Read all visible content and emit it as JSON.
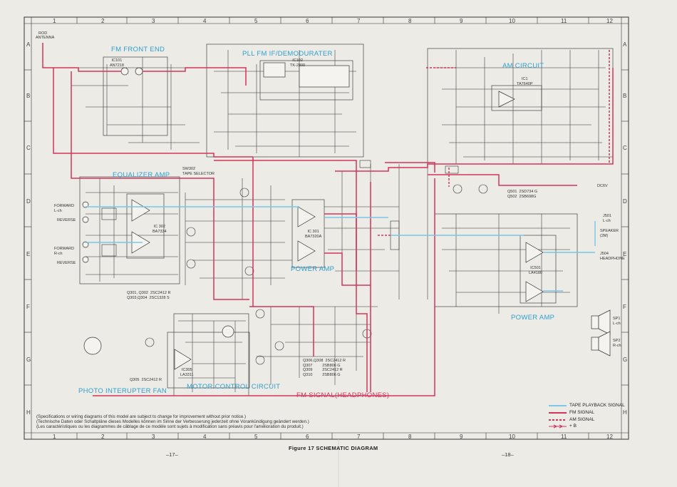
{
  "grid": {
    "columns": [
      "1",
      "2",
      "3",
      "4",
      "5",
      "6",
      "7",
      "8",
      "9",
      "10",
      "11",
      "12"
    ],
    "rows": [
      "A",
      "B",
      "C",
      "D",
      "E",
      "F",
      "G",
      "H"
    ]
  },
  "antenna": {
    "ref": "ROD",
    "label": "ANTENNA"
  },
  "sections": {
    "fm_front_end": "FM FRONT END",
    "pll": "PLL FM IF/DEMODURATER",
    "am": "AM CIRCUIT",
    "equalizer": "EQUALIZER AMP",
    "power_amp_left": "POWER AMP",
    "power_amp_right": "POWER AMP",
    "photo": "PHOTO INTERUPTER FAN",
    "motor": "MOTOR CONTROL CIRCUIT",
    "fm_signal_hp": "FM SIGNAL(HEADPHONES)"
  },
  "parts": {
    "ic101": "IC101\nAN7218",
    "ic102": "IC102\nTK-2800",
    "ic1": "IC1\nTA7640P",
    "ic301": "IC 301\nBA7320A",
    "ic302": "IC 302\nBA7334",
    "ic305": "IC305\nLA3311",
    "ic501": "IC501\nLA4180",
    "sw302": "SW302\nTAPE SELECTOR",
    "forward_l": "FORWARD\nL-ch",
    "reverse_l": "REVERSE",
    "forward_r": "FORWARD\nR-ch",
    "reverse_r": "REVERSE",
    "q301_list": "Q301, Q302  2SC2412 R\nQ303,Q304  2SC1328 S",
    "q305": "Q305  2SC2412 R",
    "q501_list": "Q501  2SD734 G\nQ502  2SB698G",
    "q306_list": "Q306,Q308  2SC2412 R\nQ307         2SB806 G\nQ309         2SC2412 R\nQ310         2SB806 G",
    "j501": "J501\nL-ch",
    "speaker_out": "SPEAKER\n(2M)",
    "j504": "J504\nHEADPHONE",
    "sp1": "SP1\nL-ch",
    "sp2": "SP2\nR-ch",
    "dc6v": "DC6V"
  },
  "notes": [
    "(Specifications or wiring diagrams of this model are subject to change for improvement without prior notice.)",
    "(Technische Daten oder Schaltpläne dieses Modelles können im Sinne der Verbesserung jederzeit ohne Vorankündigung geändert werden.)",
    "(Les caractéristiques ou les diagrammes de câblage de ce modèle sont sujets à modification sans préavis pour l'amélioration du produit.)"
  ],
  "legend": {
    "tape": {
      "label": "TAPE PLAYBACK SIGNAL",
      "color": "#7cc6e8"
    },
    "fm": {
      "label": "FM SIGNAL",
      "color": "#d4345a"
    },
    "am": {
      "label": "AM SIGNAL",
      "color": "#d4345a"
    },
    "b": {
      "label": "+ B",
      "color": "#d4345a"
    }
  },
  "caption": "Figure 17  SCHEMATIC DIAGRAM",
  "page_left": "–17–",
  "page_right": "–18–",
  "colors": {
    "paper": "#ecebe6",
    "ink": "#2a2a2a",
    "fm_red": "#d4345a",
    "tape_blue": "#7cc6e8"
  }
}
